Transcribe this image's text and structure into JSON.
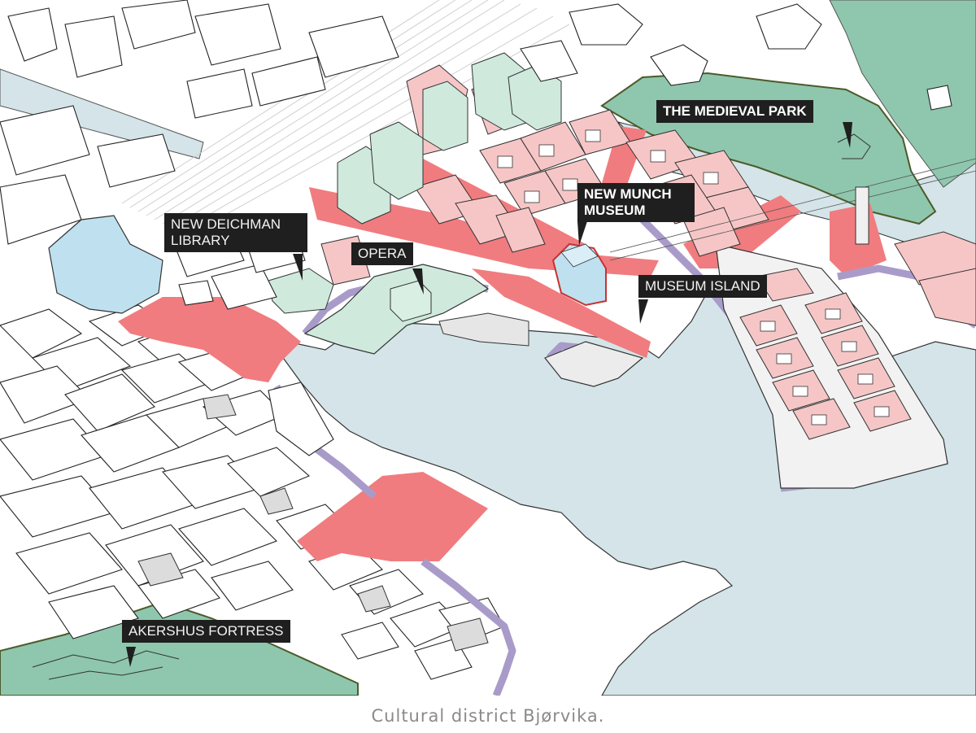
{
  "labels": {
    "medieval_park": "THE MEDIEVAL PARK",
    "new_munch_museum_line1": "NEW MUNCH",
    "new_munch_museum_line2": "MUSEUM",
    "new_deichman_line1": "NEW DEICHMAN",
    "new_deichman_line2": "LIBRARY",
    "opera": "OPERA",
    "museum_island": "MUSEUM ISLAND",
    "akershus_fortress": "AKERSHUS FORTRESS"
  },
  "caption": "Cultural district Bjørvika.",
  "colors": {
    "water": "#d4e4e8",
    "park": "#8ec7ad",
    "pink_plaza": "#f07c7f",
    "pink_building": "#f6c6c6",
    "mint_building": "#cfe9dd",
    "library_blue": "#bfe0ef",
    "promenade_purple": "#a99bc9",
    "label_bg": "#1f1f1f",
    "caption_text": "#8a8a8a"
  }
}
